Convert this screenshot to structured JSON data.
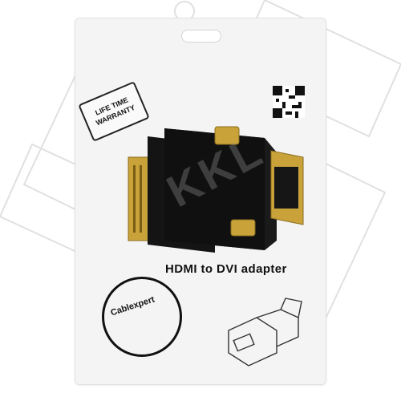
{
  "badge": {
    "line1": "LIFE TIME",
    "line2": "WARRANTY"
  },
  "caption": "HDMI to DVI adapter",
  "brand": {
    "logo_text": "Cablexpert"
  },
  "watermark": {
    "text": "KKL"
  },
  "icons": {
    "qr": "qr-code-icon",
    "logo": "cablexpert-logo-icon",
    "adapter": "adapter-line-drawing-icon"
  },
  "colors": {
    "adapter_body": "#141414",
    "gold": "#c9a23a",
    "package": "#f4f4f4",
    "watermark": "#bdbdbd"
  }
}
